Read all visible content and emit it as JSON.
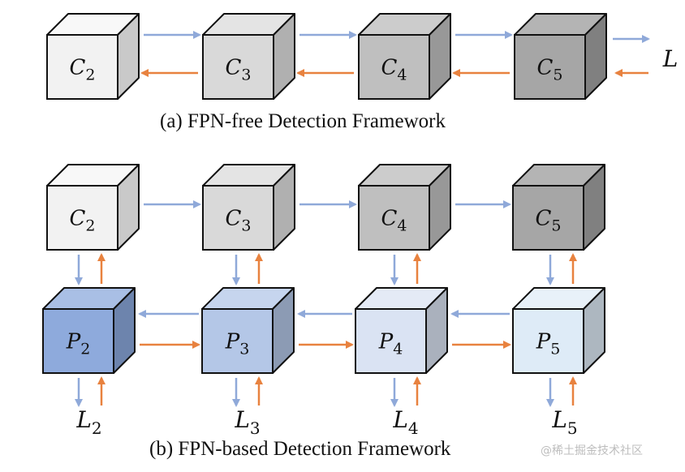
{
  "diagram": {
    "colors": {
      "forward_arrow": "#8fa9d9",
      "backward_arrow": "#e8823f",
      "outline": "#111111"
    },
    "panel_a": {
      "caption": "(a) FPN-free Detection Framework",
      "cubes": [
        {
          "label": "C",
          "sub": "2",
          "front": "#f2f2f2",
          "top": "#f8f8f8",
          "side": "#c9c9c9"
        },
        {
          "label": "C",
          "sub": "3",
          "front": "#d9d9d9",
          "top": "#e4e4e4",
          "side": "#b0b0b0"
        },
        {
          "label": "C",
          "sub": "4",
          "front": "#bfbfbf",
          "top": "#cccccc",
          "side": "#989898"
        },
        {
          "label": "C",
          "sub": "5",
          "front": "#a6a6a6",
          "top": "#b4b4b4",
          "side": "#808080"
        }
      ],
      "loss_label": "L"
    },
    "panel_b": {
      "caption": "(b) FPN-based Detection Framework",
      "backbone_cubes": [
        {
          "label": "C",
          "sub": "2",
          "front": "#f2f2f2",
          "top": "#f8f8f8",
          "side": "#c9c9c9"
        },
        {
          "label": "C",
          "sub": "3",
          "front": "#d9d9d9",
          "top": "#e4e4e4",
          "side": "#b0b0b0"
        },
        {
          "label": "C",
          "sub": "4",
          "front": "#bfbfbf",
          "top": "#cccccc",
          "side": "#989898"
        },
        {
          "label": "C",
          "sub": "5",
          "front": "#a6a6a6",
          "top": "#b4b4b4",
          "side": "#808080"
        }
      ],
      "pyramid_cubes": [
        {
          "label": "P",
          "sub": "2",
          "front": "#8eaadc",
          "top": "#a9bfe5",
          "side": "#6d84ad"
        },
        {
          "label": "P",
          "sub": "3",
          "front": "#b4c7e7",
          "top": "#c6d5ee",
          "side": "#8c9bb4"
        },
        {
          "label": "P",
          "sub": "4",
          "front": "#dae3f3",
          "top": "#e4eaf6",
          "side": "#aab1bd"
        },
        {
          "label": "P",
          "sub": "5",
          "front": "#deebf7",
          "top": "#e8f1f9",
          "side": "#adb7c0"
        }
      ],
      "loss_labels": [
        {
          "label": "L",
          "sub": "2"
        },
        {
          "label": "L",
          "sub": "3"
        },
        {
          "label": "L",
          "sub": "4"
        },
        {
          "label": "L",
          "sub": "5"
        }
      ]
    },
    "watermark": "@稀土掘金技术社区"
  }
}
